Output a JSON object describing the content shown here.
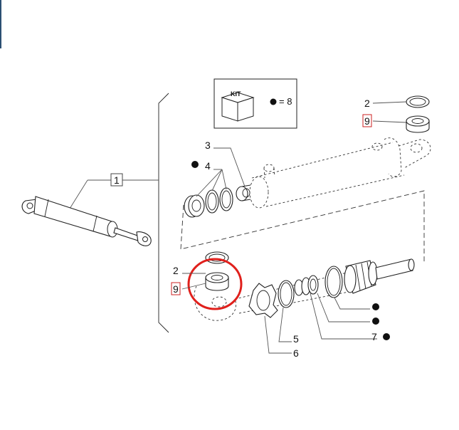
{
  "kit_box": {
    "kit_label": "KIT",
    "equals_text": "= 8"
  },
  "callouts": {
    "c1": "1",
    "c2_top": "2",
    "c9_top": "9",
    "c3": "3",
    "c4": "4",
    "c2_bottom": "2",
    "c9_bottom": "9",
    "c5": "5",
    "c6": "6",
    "c7": "7"
  },
  "colors": {
    "highlight_circle": "#e0201c",
    "boxed_label_border": "#cc2222",
    "window_edge": "#2b4f73"
  },
  "icons": {
    "kit_cube": "cube-icon",
    "kit_marker": "filled-dot-icon"
  }
}
